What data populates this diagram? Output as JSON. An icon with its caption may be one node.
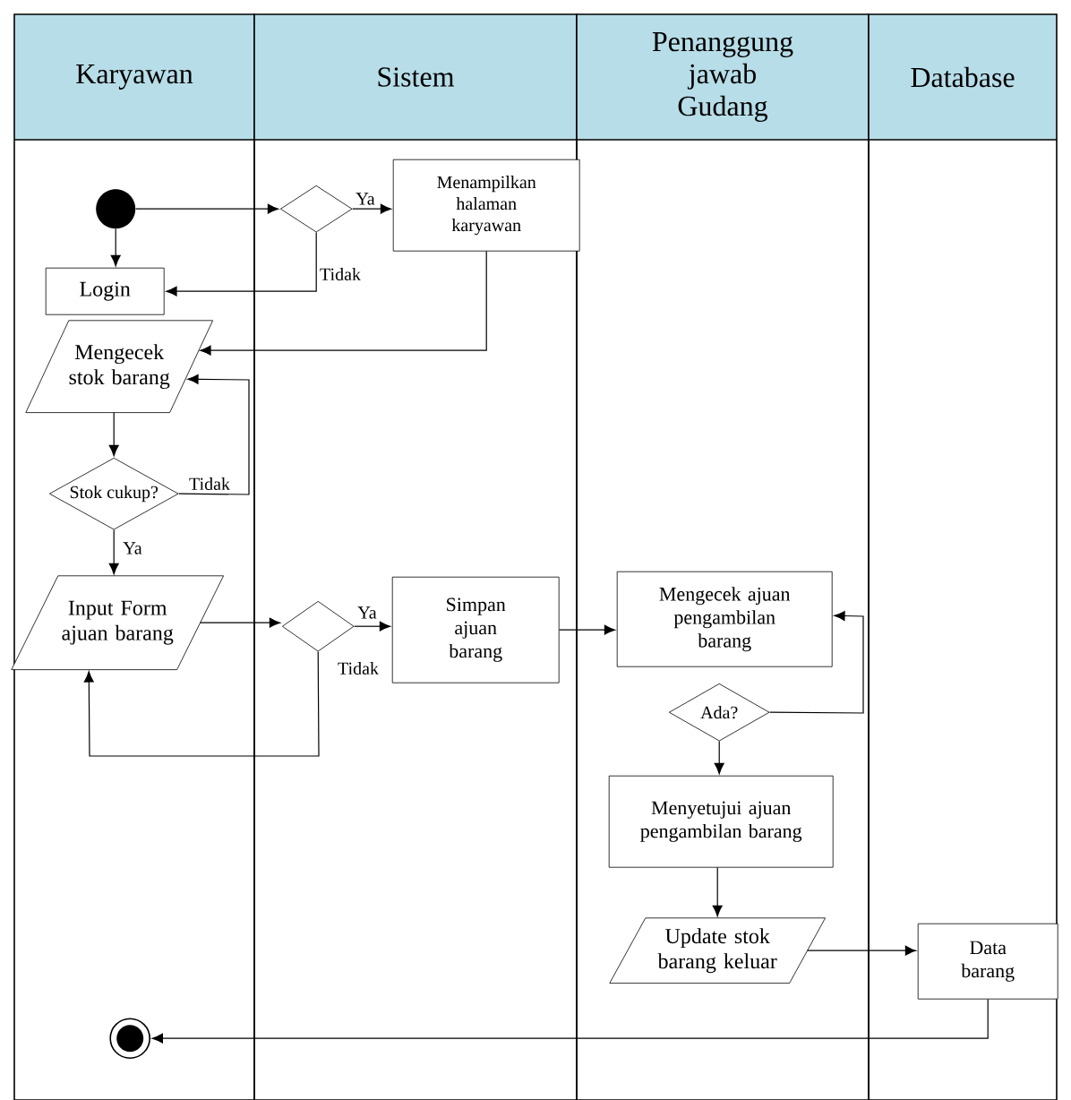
{
  "diagram": {
    "nodes": [
      {
        "text": [
          "Karyawan"
        ]
      },
      {
        "text": [
          "Sistem"
        ]
      },
      {
        "text": [
          "Penanggung jawab Gudang"
        ]
      },
      {
        "text": [
          "Database"
        ]
      },
      {
        "text": [],
        "shape": "circle",
        "in": 0
      },
      {
        "text": [],
        "shape": "diamond",
        "in": 1
      },
      {
        "text": [
          "Menampilkan halaman karyawan"
        ],
        "in": 1
      },
      {
        "text": [
          "Login"
        ],
        "in": 0
      },
      {
        "text": [
          "Mengecek stok barang"
        ],
        "in": 0
      },
      {
        "text": [
          "Stok cukup?"
        ],
        "in": 0
      },
      {
        "text": [
          "Input Form ajuan barang"
        ],
        "in": 0
      },
      {
        "text": [],
        "shape": "diamond",
        "in": 1
      },
      {
        "text": [
          "Simpan ajuan barang"
        ],
        "in": 1
      },
      {
        "text": [
          "Mengecek ajuan pengambilan barang"
        ],
        "in": 2
      },
      {
        "text": [
          "Ada?"
        ],
        "in": 2
      },
      {
        "text": [
          "Menyetujui ajuan pengambilan barang"
        ],
        "in": 2
      },
      {
        "text": [
          "Update stok barang keluar"
        ],
        "in": 2
      },
      {
        "text": [
          "Data barang"
        ],
        "in": 3
      },
      {
        "text": [],
        "shape": "circle",
        "in": 0
      }
    ],
    "edges": [
      {
        "from": 4,
        "to": 5,
        "arrow": "to"
      },
      {
        "from": 4,
        "to": 7,
        "arrow": "to"
      },
      {
        "from": 5,
        "to": 6,
        "arrow": "to",
        "label": "Ya"
      },
      {
        "from": 5,
        "to": 7,
        "arrow": "to",
        "label": "Tidak"
      },
      {
        "from": 6,
        "to": 8,
        "arrow": "to"
      },
      {
        "from": 8,
        "to": 9,
        "arrow": "to"
      },
      {
        "from": 9,
        "to": 8,
        "arrow": "to",
        "label": "Tidak"
      },
      {
        "from": 9,
        "to": 10,
        "arrow": "to",
        "label": "Ya"
      },
      {
        "from": 10,
        "to": 11,
        "arrow": "to"
      },
      {
        "from": 11,
        "to": 12,
        "arrow": "to",
        "label": "Ya"
      },
      {
        "from": 11,
        "to": 10,
        "arrow": "to",
        "label": "Tidak"
      },
      {
        "from": 12,
        "to": 13,
        "arrow": "to"
      },
      {
        "from": 14,
        "to": 13,
        "arrow": "to"
      },
      {
        "from": 14,
        "to": 15,
        "arrow": "to"
      },
      {
        "from": 15,
        "to": 16,
        "arrow": "to"
      },
      {
        "from": 16,
        "to": 17,
        "arrow": "to"
      },
      {
        "from": 17,
        "to": 18,
        "arrow": "to"
      }
    ]
  }
}
